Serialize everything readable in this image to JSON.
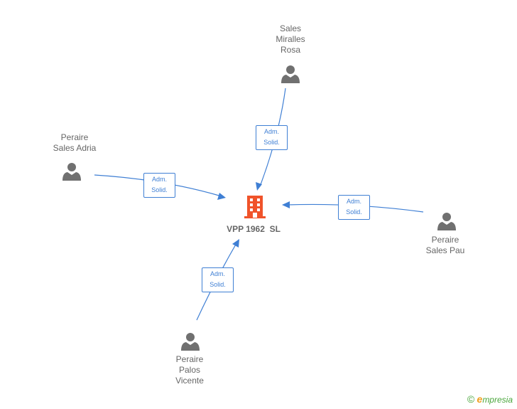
{
  "company": {
    "name": "VPP 1962  SL"
  },
  "people": [
    {
      "name": "Sales\nMiralles\nRosa"
    },
    {
      "name": "Peraire\nSales Adria"
    },
    {
      "name": "Peraire\nSales Pau"
    },
    {
      "name": "Peraire\nPalos\nVicente"
    }
  ],
  "relations": [
    {
      "line1": "Adm.",
      "line2": "Solid."
    },
    {
      "line1": "Adm.",
      "line2": "Solid."
    },
    {
      "line1": "Adm.",
      "line2": "Solid."
    },
    {
      "line1": "Adm.",
      "line2": "Solid."
    }
  ],
  "footer": {
    "copyright_symbol": "©",
    "brand_initial": "e",
    "brand_rest": "mpresia"
  },
  "colors": {
    "edge": "#3f7fd4",
    "person": "#707070",
    "company": "#f0532a",
    "brand": "#4aa63c"
  }
}
